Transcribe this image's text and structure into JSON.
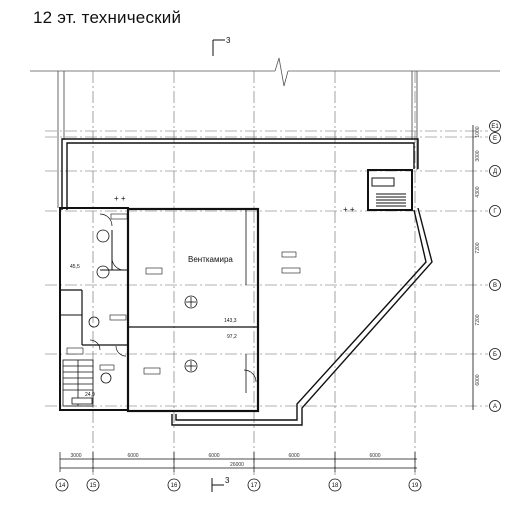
{
  "drawing": {
    "title": "12  эт. технический",
    "section_mark": "3",
    "room_label": "Вентками­ра",
    "areas": {
      "vent_chamber": "143,3",
      "room_b": "97,2",
      "left_room_1": "45,5",
      "left_room_2": "24,9"
    },
    "axes_letters": [
      "Е1",
      "Е",
      "Д",
      "Г",
      "В",
      "Б",
      "А"
    ],
    "axes_numbers": [
      "14",
      "15",
      "16",
      "17",
      "18",
      "19"
    ],
    "row_dims": [
      "1000",
      "3000",
      "4300",
      "7200",
      "7200",
      "6000"
    ],
    "col_dims": [
      "3000",
      "6000",
      "6000",
      "6000",
      "6000"
    ],
    "total_dim": "26000"
  }
}
